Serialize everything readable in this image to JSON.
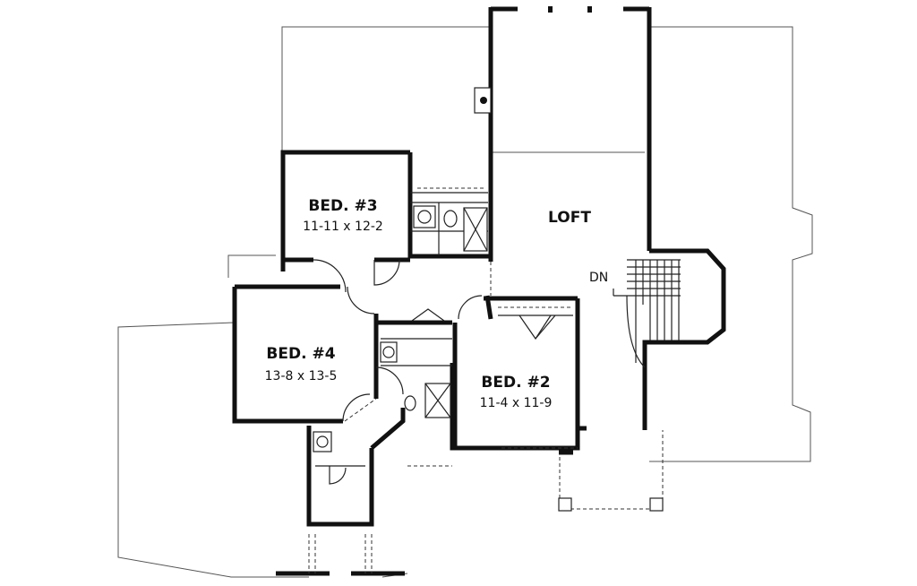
{
  "rooms": [
    {
      "id": "bed3",
      "name": "BED. #3",
      "dims": "11-11 x 12-2"
    },
    {
      "id": "loft",
      "name": "LOFT",
      "dims": ""
    },
    {
      "id": "bed4",
      "name": "BED. #4",
      "dims": "13-8 x 13-5"
    },
    {
      "id": "bed2",
      "name": "BED. #2",
      "dims": "11-4 x 11-9"
    }
  ],
  "stair_label": "DN"
}
